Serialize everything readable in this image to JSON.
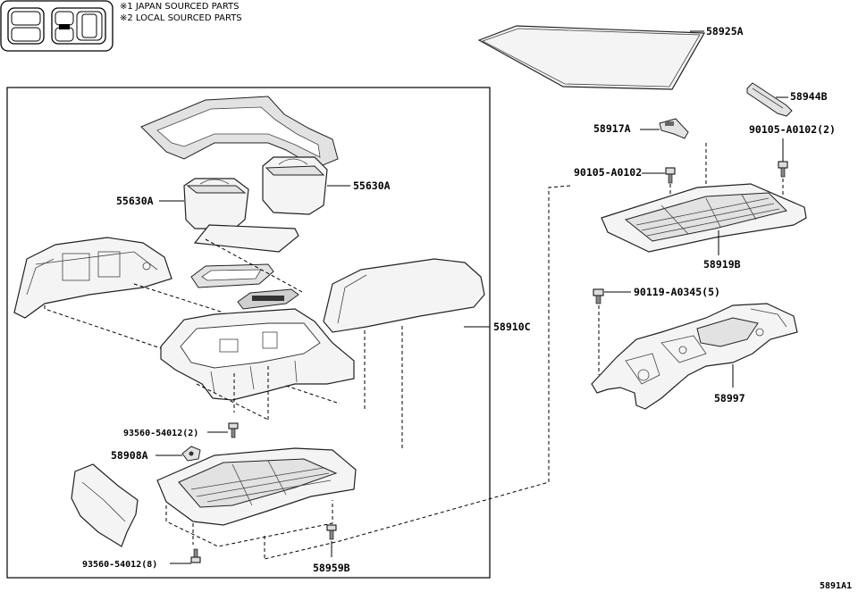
{
  "legend": {
    "line1": "※1 JAPAN SOURCED PARTS",
    "line2": "※2 LOCAL SOURCED PARTS"
  },
  "labels": {
    "p58925A": "58925A",
    "p58944B": "58944B",
    "p58917A": "58917A",
    "p90105_2": "90105-A0102(2)",
    "p90105": "90105-A0102",
    "p58919B": "58919B",
    "p90119": "90119-A0345(5)",
    "p58997": "58997",
    "p55630A_left": "55630A",
    "p55630A_right": "55630A",
    "p58910C": "58910C",
    "p93560_2": "93560-54012(2)",
    "p58908A": "58908A",
    "p93560_8": "93560-54012(8)",
    "p58959B": "58959B"
  },
  "diagram_code": "5891A1"
}
